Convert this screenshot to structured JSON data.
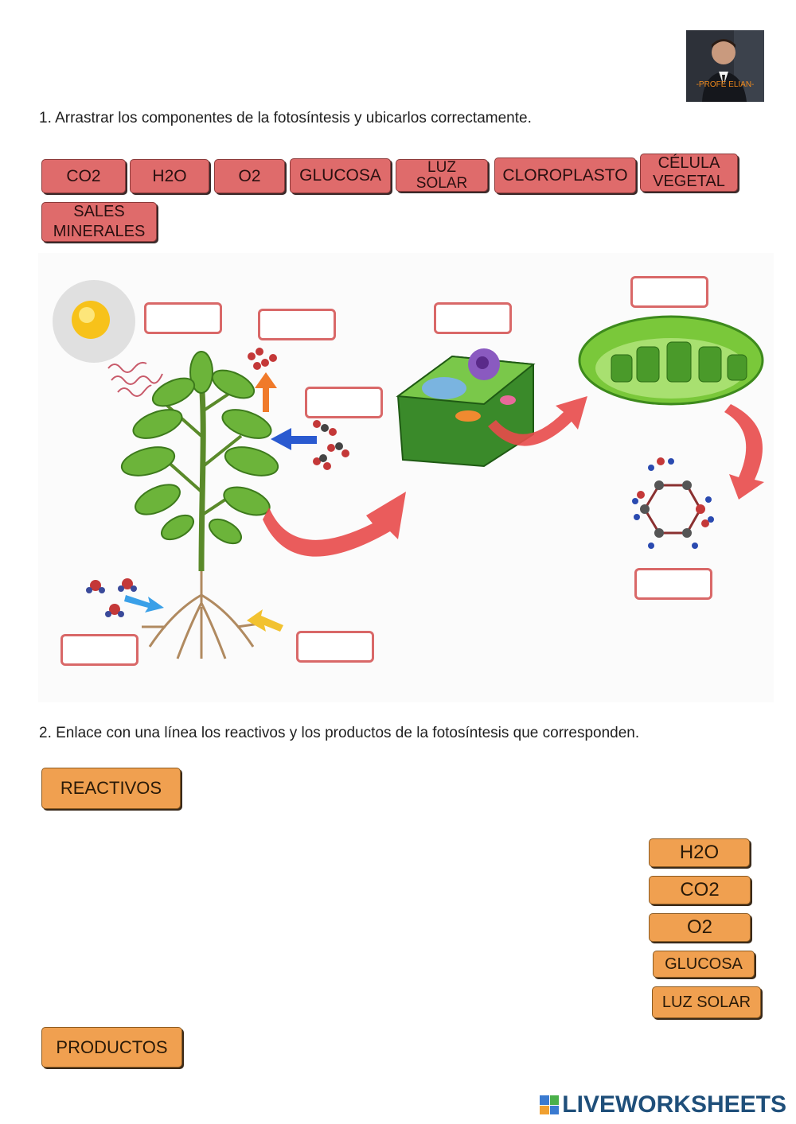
{
  "header": {
    "avatar_caption": "-PROFE ELIAN-"
  },
  "section1": {
    "instruction": "1. Arrastrar los componentes de la fotosíntesis y ubicarlos correctamente.",
    "tiles": [
      "CO2",
      "H2O",
      "O2",
      "GLUCOSA",
      "LUZ SOLAR",
      "CLOROPLASTO",
      "CÉLULA VEGETAL",
      "SALES MINERALES"
    ]
  },
  "section2": {
    "instruction": "2. Enlace con una línea los reactivos y los productos de la fotosíntesis que corresponden.",
    "reactivos_label": "REACTIVOS",
    "productos_label": "PRODUCTOS",
    "items": [
      "H2O",
      "CO2",
      "O2",
      "GLUCOSA",
      "LUZ SOLAR"
    ]
  },
  "footer": {
    "brand": "LIVEWORKSHEETS"
  },
  "colors": {
    "tile_red": "#df6b6b",
    "tile_orange": "#f0a050",
    "drop_border": "#d96868",
    "brand_blue": "#1f4f7a"
  }
}
